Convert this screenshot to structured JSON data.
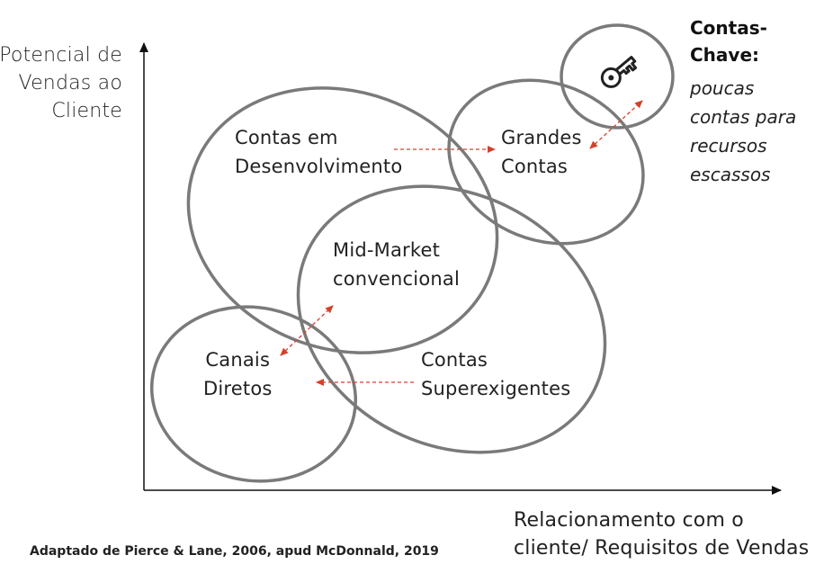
{
  "y_axis_label": [
    "Potencial de",
    "Vendas ao",
    "Cliente"
  ],
  "x_axis_label": [
    "Relacionamento com o",
    "cliente/ Requisitos de Vendas"
  ],
  "source": "Adaptado de Pierce & Lane, 2006, apud McDonnald, 2019",
  "segments": {
    "desenvolvimento": [
      "Contas em",
      "Desenvolvimento"
    ],
    "grandes": [
      "Grandes",
      "Contas"
    ],
    "midmarket": [
      "Mid-Market",
      "convencional"
    ],
    "canais": [
      "Canais",
      "Diretos"
    ],
    "superexigentes": [
      "Contas",
      "Superexigentes"
    ]
  },
  "key_accounts": {
    "title": [
      "Contas-",
      "Chave:"
    ],
    "description": [
      "poucas",
      "contas para",
      "recursos",
      "escassos"
    ],
    "icon": "key-icon"
  },
  "colors": {
    "ellipse_stroke": "#7a7a7a",
    "arrow": "#d6402a",
    "axis": "#111111"
  }
}
